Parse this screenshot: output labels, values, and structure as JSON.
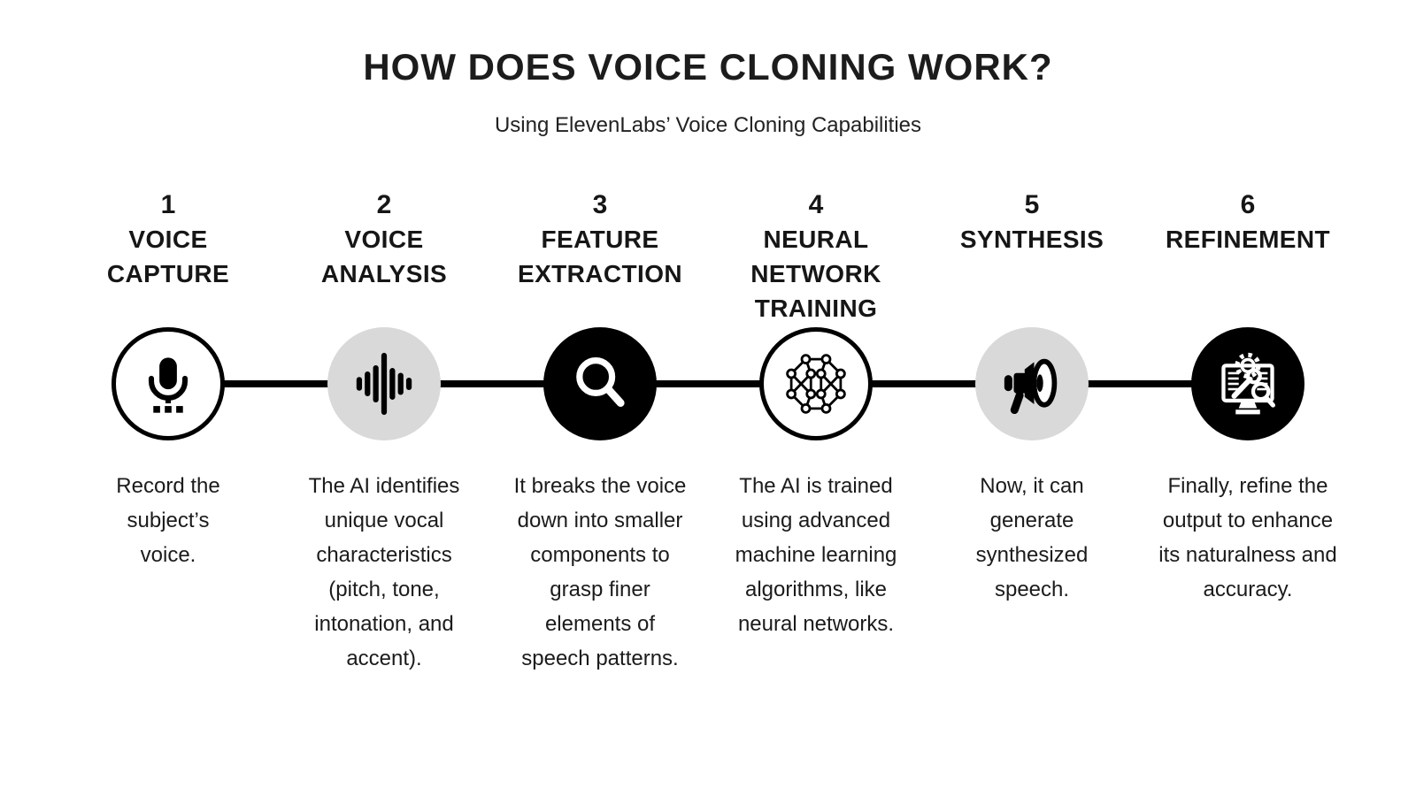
{
  "header": {
    "title": "HOW DOES VOICE CLONING WORK?",
    "subtitle": "Using ElevenLabs’ Voice Cloning Capabilities"
  },
  "steps": [
    {
      "number": "1",
      "title": "VOICE\nCAPTURE",
      "icon": "microphone-icon",
      "circle_style": "outline",
      "description": "Record the\nsubject’s\nvoice."
    },
    {
      "number": "2",
      "title": "VOICE\nANALYSIS",
      "icon": "waveform-icon",
      "circle_style": "gray",
      "description": "The AI identifies\nunique vocal\ncharacteristics\n(pitch, tone,\nintonation, and\naccent)."
    },
    {
      "number": "3",
      "title": "FEATURE\nEXTRACTION",
      "icon": "magnifier-icon",
      "circle_style": "black",
      "description": "It breaks the voice\ndown into smaller\ncomponents to\ngrasp finer\nelements of\nspeech patterns."
    },
    {
      "number": "4",
      "title": "NEURAL\nNETWORK\nTRAINING",
      "icon": "neural-network-icon",
      "circle_style": "outline",
      "description": "The AI is trained\nusing advanced\nmachine learning\nalgorithms, like\nneural networks."
    },
    {
      "number": "5",
      "title": "SYNTHESIS",
      "icon": "megaphone-icon",
      "circle_style": "gray",
      "description": "Now, it can\ngenerate\nsynthesized\nspeech."
    },
    {
      "number": "6",
      "title": "REFINEMENT",
      "icon": "repair-computer-icon",
      "circle_style": "black",
      "description": "Finally, refine the\noutput to enhance\nits naturalness and\naccuracy."
    }
  ],
  "colors": {
    "text": "#1b1b1b",
    "circle_gray": "#d9d9d9",
    "circle_black": "#000000",
    "background": "#ffffff",
    "connector": "#000000"
  }
}
